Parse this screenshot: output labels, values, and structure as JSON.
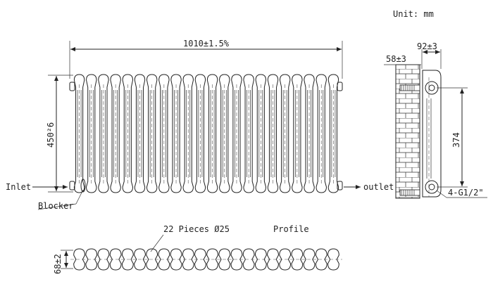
{
  "labels": {
    "unit": "Unit: mm",
    "width_dim": "1010±1.5%",
    "height_dim": "450²6",
    "depth_dim": "92±3",
    "offset_dim": "58±3",
    "centres_dim": "374",
    "inlet": "Inlet",
    "outlet": "outlet",
    "blocker": "Blocker",
    "connections": "4-G1/2\"",
    "pieces": "22 Pieces Ø25",
    "profile": "Profile",
    "profile_depth": "68±2"
  },
  "radiator": {
    "section_count": 22
  },
  "colors": {
    "line": "#222222",
    "background": "#ffffff"
  }
}
